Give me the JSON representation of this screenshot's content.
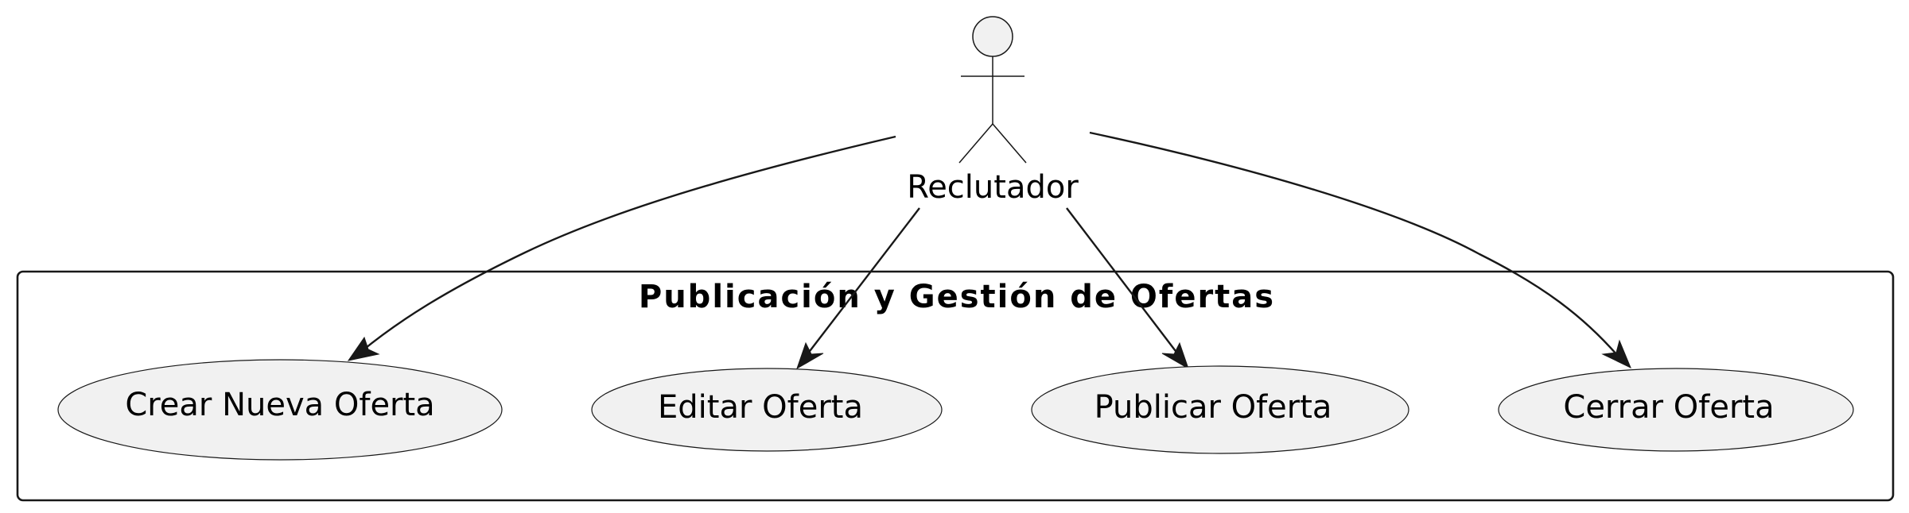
{
  "actor": {
    "name": "Reclutador"
  },
  "boundary": {
    "title": "Publicación y Gestión de Ofertas"
  },
  "use_cases": [
    {
      "id": "crear",
      "label": "Crear Nueva Oferta"
    },
    {
      "id": "editar",
      "label": "Editar Oferta"
    },
    {
      "id": "publicar",
      "label": "Publicar Oferta"
    },
    {
      "id": "cerrar",
      "label": "Cerrar Oferta"
    }
  ],
  "associations": [
    {
      "from": "Reclutador",
      "to": "Crear Nueva Oferta"
    },
    {
      "from": "Reclutador",
      "to": "Editar Oferta"
    },
    {
      "from": "Reclutador",
      "to": "Publicar Oferta"
    },
    {
      "from": "Reclutador",
      "to": "Cerrar Oferta"
    }
  ],
  "colors": {
    "shape_fill": "#f1f1f1",
    "stroke": "#181818",
    "text": "#000000",
    "background": "#ffffff"
  }
}
